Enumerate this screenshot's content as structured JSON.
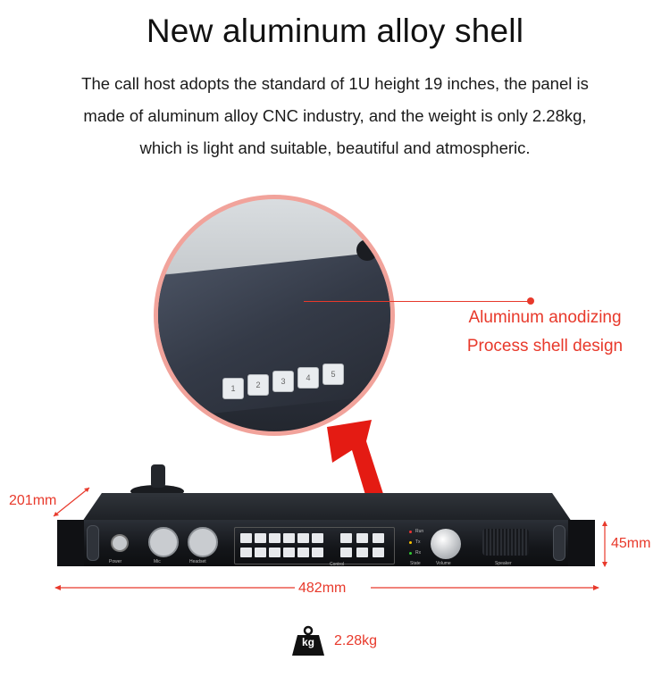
{
  "title": "New aluminum alloy shell",
  "description": [
    "The call host adopts the standard of 1U height 19 inches, the panel is",
    "made of aluminum alloy CNC industry, and the weight is only 2.28kg,",
    "which is light and suitable, beautiful and atmospheric."
  ],
  "callout": [
    "Aluminum anodizing",
    "Process shell design"
  ],
  "dimensions": {
    "depth": "201mm",
    "height": "45mm",
    "width": "482mm"
  },
  "weight": {
    "icon_label": "kg",
    "value": "2.28kg"
  },
  "zoom_keys": [
    "1",
    "2",
    "3",
    "4",
    "5"
  ],
  "panel_labels": {
    "power": "Power",
    "mic": "Mic",
    "headset": "Headset",
    "control": "Control",
    "state": "State",
    "volume": "Volume",
    "speaker": "Speaker"
  },
  "led_labels": [
    "Run",
    "Tx",
    "Rx"
  ],
  "colors": {
    "accent": "#e8392b",
    "zoom_ring": "#f1a39b"
  },
  "icons": [
    "zoom-lens",
    "red-arrow-icon",
    "kg-weight-icon",
    "xlr-connector-icon",
    "volume-knob"
  ]
}
